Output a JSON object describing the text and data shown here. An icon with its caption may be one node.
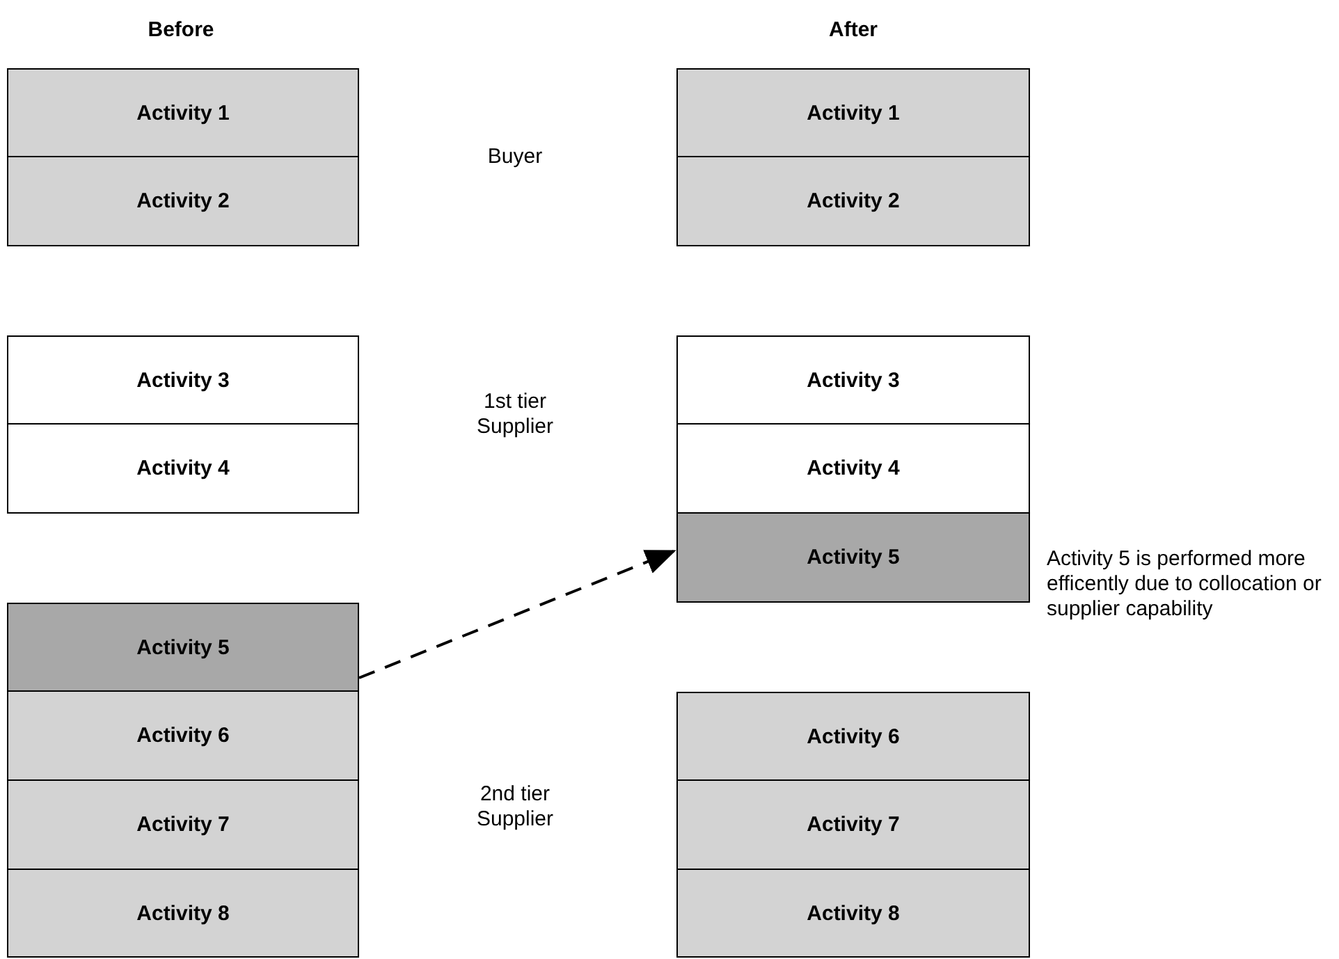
{
  "diagram": {
    "nodes": [
      {
        "text": [
          "Activity 1"
        ]
      },
      {
        "text": [
          "Activity 2"
        ]
      },
      {
        "text": [
          "Activity 3"
        ]
      },
      {
        "text": [
          "Activity 4"
        ]
      },
      {
        "text": [
          "Activity 5"
        ]
      },
      {
        "text": [
          "Activity 6"
        ]
      },
      {
        "text": [
          "Activity 7"
        ]
      },
      {
        "text": [
          "Activity 8"
        ]
      },
      {
        "text": [
          "Activity 1"
        ]
      },
      {
        "text": [
          "Activity 2"
        ]
      },
      {
        "text": [
          "Activity 3"
        ]
      },
      {
        "text": [
          "Activity 4"
        ]
      },
      {
        "text": [
          "Activity 5"
        ]
      },
      {
        "text": [
          "Activity 6"
        ]
      },
      {
        "text": [
          "Activity 7"
        ]
      },
      {
        "text": [
          "Activity 8"
        ]
      }
    ],
    "edges": [
      {
        "from": 4,
        "to": 12,
        "arrow": "to",
        "style": "dashed"
      }
    ],
    "labels": [
      "Before",
      "After",
      "Buyer",
      "1st tier Supplier",
      "2nd tier Supplier",
      "Activity 5 is performed more efficently due to collocation or supplier capability"
    ]
  }
}
